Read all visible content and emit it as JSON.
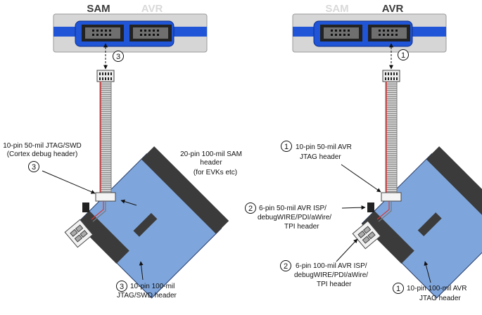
{
  "colors": {
    "box_gray": "#d6d6d6",
    "band_blue": "#1f55d6",
    "board_blue": "#7fa6dc",
    "dark_block": "#3b3b3b",
    "active_text": "#3c3c3c",
    "inactive_text": "#d9d9d9",
    "cable_red": "#d23a3a"
  },
  "left": {
    "header_active": "SAM",
    "header_inactive": "AVR",
    "port_marker": "3",
    "callout_top": {
      "num": "3",
      "line1": "10-pin 50-mil JTAG/SWD",
      "line2": "(Cortex debug header)"
    },
    "callout_right": {
      "line1": "20-pin 100-mil SAM",
      "line2": "header",
      "line3": "(for EVKs etc)"
    },
    "callout_bottom": {
      "num": "3",
      "line1": "10-pin 100-mil",
      "line2": "JTAG/SWD header"
    }
  },
  "right": {
    "header_inactive": "SAM",
    "header_active": "AVR",
    "port_marker": "1",
    "callout_top": {
      "num": "1",
      "line1": "10-pin 50-mil AVR",
      "line2": "JTAG header"
    },
    "callout_mid": {
      "num": "2",
      "line1": "6-pin 50-mil AVR ISP/",
      "line2": "debugWIRE/PDI/aWire/",
      "line3": "TPI header"
    },
    "callout_low": {
      "num": "2",
      "line1": "6-pin 100-mil AVR ISP/",
      "line2": "debugWIRE/PDI/aWire/",
      "line3": "TPI header"
    },
    "callout_bottom": {
      "num": "1",
      "line1": "10-pin 100-mil AVR",
      "line2": "JTAG header"
    }
  }
}
